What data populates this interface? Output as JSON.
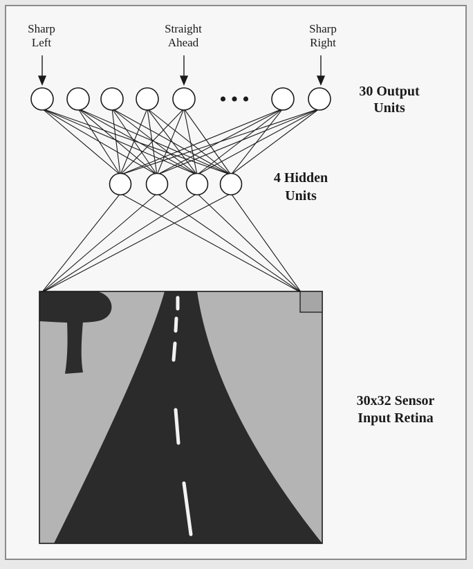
{
  "output_labels": {
    "sharp_left": [
      "Sharp",
      "Left"
    ],
    "straight_ahead": [
      "Straight",
      "Ahead"
    ],
    "sharp_right": [
      "Sharp",
      "Right"
    ]
  },
  "output_units_label": [
    "30 Output",
    "Units"
  ],
  "hidden_units_label": [
    "4 Hidden",
    "Units"
  ],
  "input_label": [
    "30x32 Sensor",
    "Input Retina"
  ],
  "network": {
    "output_units_drawn": 7,
    "hidden_units": 4,
    "ellipsis": "•••"
  },
  "colors": {
    "background": "#e9e9e9",
    "panel": "#f7f7f7",
    "border": "#8a8a8a",
    "ink": "#1a1a1a",
    "retina_ground": "#b4b4b4",
    "road": "#2b2b2b",
    "tree": "#2c2c2c",
    "lane_marking": "#f2f2f2"
  }
}
